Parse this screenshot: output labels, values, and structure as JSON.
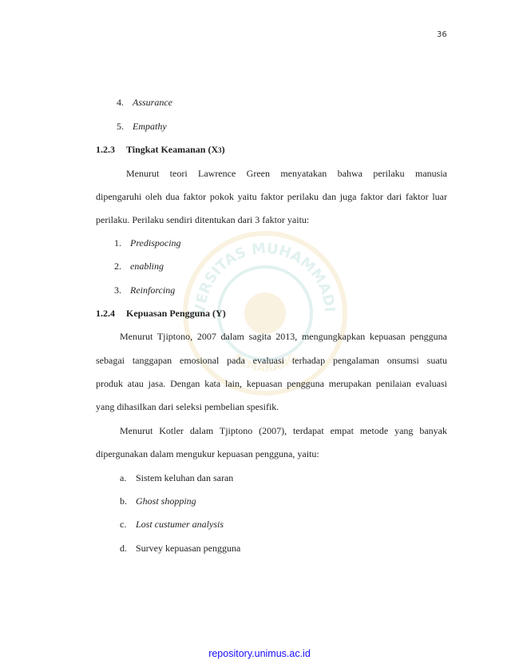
{
  "page_number": "36",
  "list_top": [
    {
      "num": "4.",
      "text": "Assurance"
    },
    {
      "num": "5.",
      "text": "Empathy"
    }
  ],
  "section_1": {
    "number": "1.2.3",
    "title": "Tingkat Keamanan (X",
    "sub": "3",
    "close": ")",
    "para_lines": [
      "Menurut teori Lawrence Green menyatakan bahwa perilaku manusia",
      "dipengaruhi oleh dua faktor pokok yaitu faktor perilaku dan juga faktor dari faktor luar",
      "perilaku. Perilaku sendiri ditentukan dari 3 faktor yaitu:"
    ],
    "items": [
      {
        "num": "1.",
        "text": "Predispocing"
      },
      {
        "num": "2.",
        "text": "enabling"
      },
      {
        "num": "3.",
        "text": "Reinforcing"
      }
    ]
  },
  "section_2": {
    "number": "1.2.4",
    "title": "Kepuasan Pengguna (Y)",
    "para1_lines": [
      "Menurut Tjiptono, 2007 dalam sagita 2013, mengungkapkan kepuasan pengguna",
      "sebagai tanggapan emosional pada evaluasi terhadap pengalaman onsumsi suatu",
      "produk atau jasa. Dengan kata lain, kepuasan pengguna merupakan penilaian evaluasi",
      "yang dihasilkan dari seleksi pembelian spesifik."
    ],
    "para2_lines": [
      "Menurut Kotler dalam Tjiptono (2007), terdapat empat metode yang banyak",
      "dipergunakan dalam mengukur kepuasan pengguna, yaitu:"
    ],
    "items": [
      {
        "num": "a.",
        "text": "Sistem keluhan dan saran"
      },
      {
        "num": "b.",
        "text": "Ghost shopping"
      },
      {
        "num": "c.",
        "text": "Lost custumer analysis"
      },
      {
        "num": "d.",
        "text": "Survey kepuasan pengguna"
      }
    ]
  },
  "watermark": {
    "top_text": "UNIVERSITAS MUHAMMADIYAH",
    "bottom_text": "SEMARANG",
    "color": "#d4a017"
  },
  "footer": {
    "link": "repository.unimus.ac.id",
    "color": "#1a0dff"
  }
}
